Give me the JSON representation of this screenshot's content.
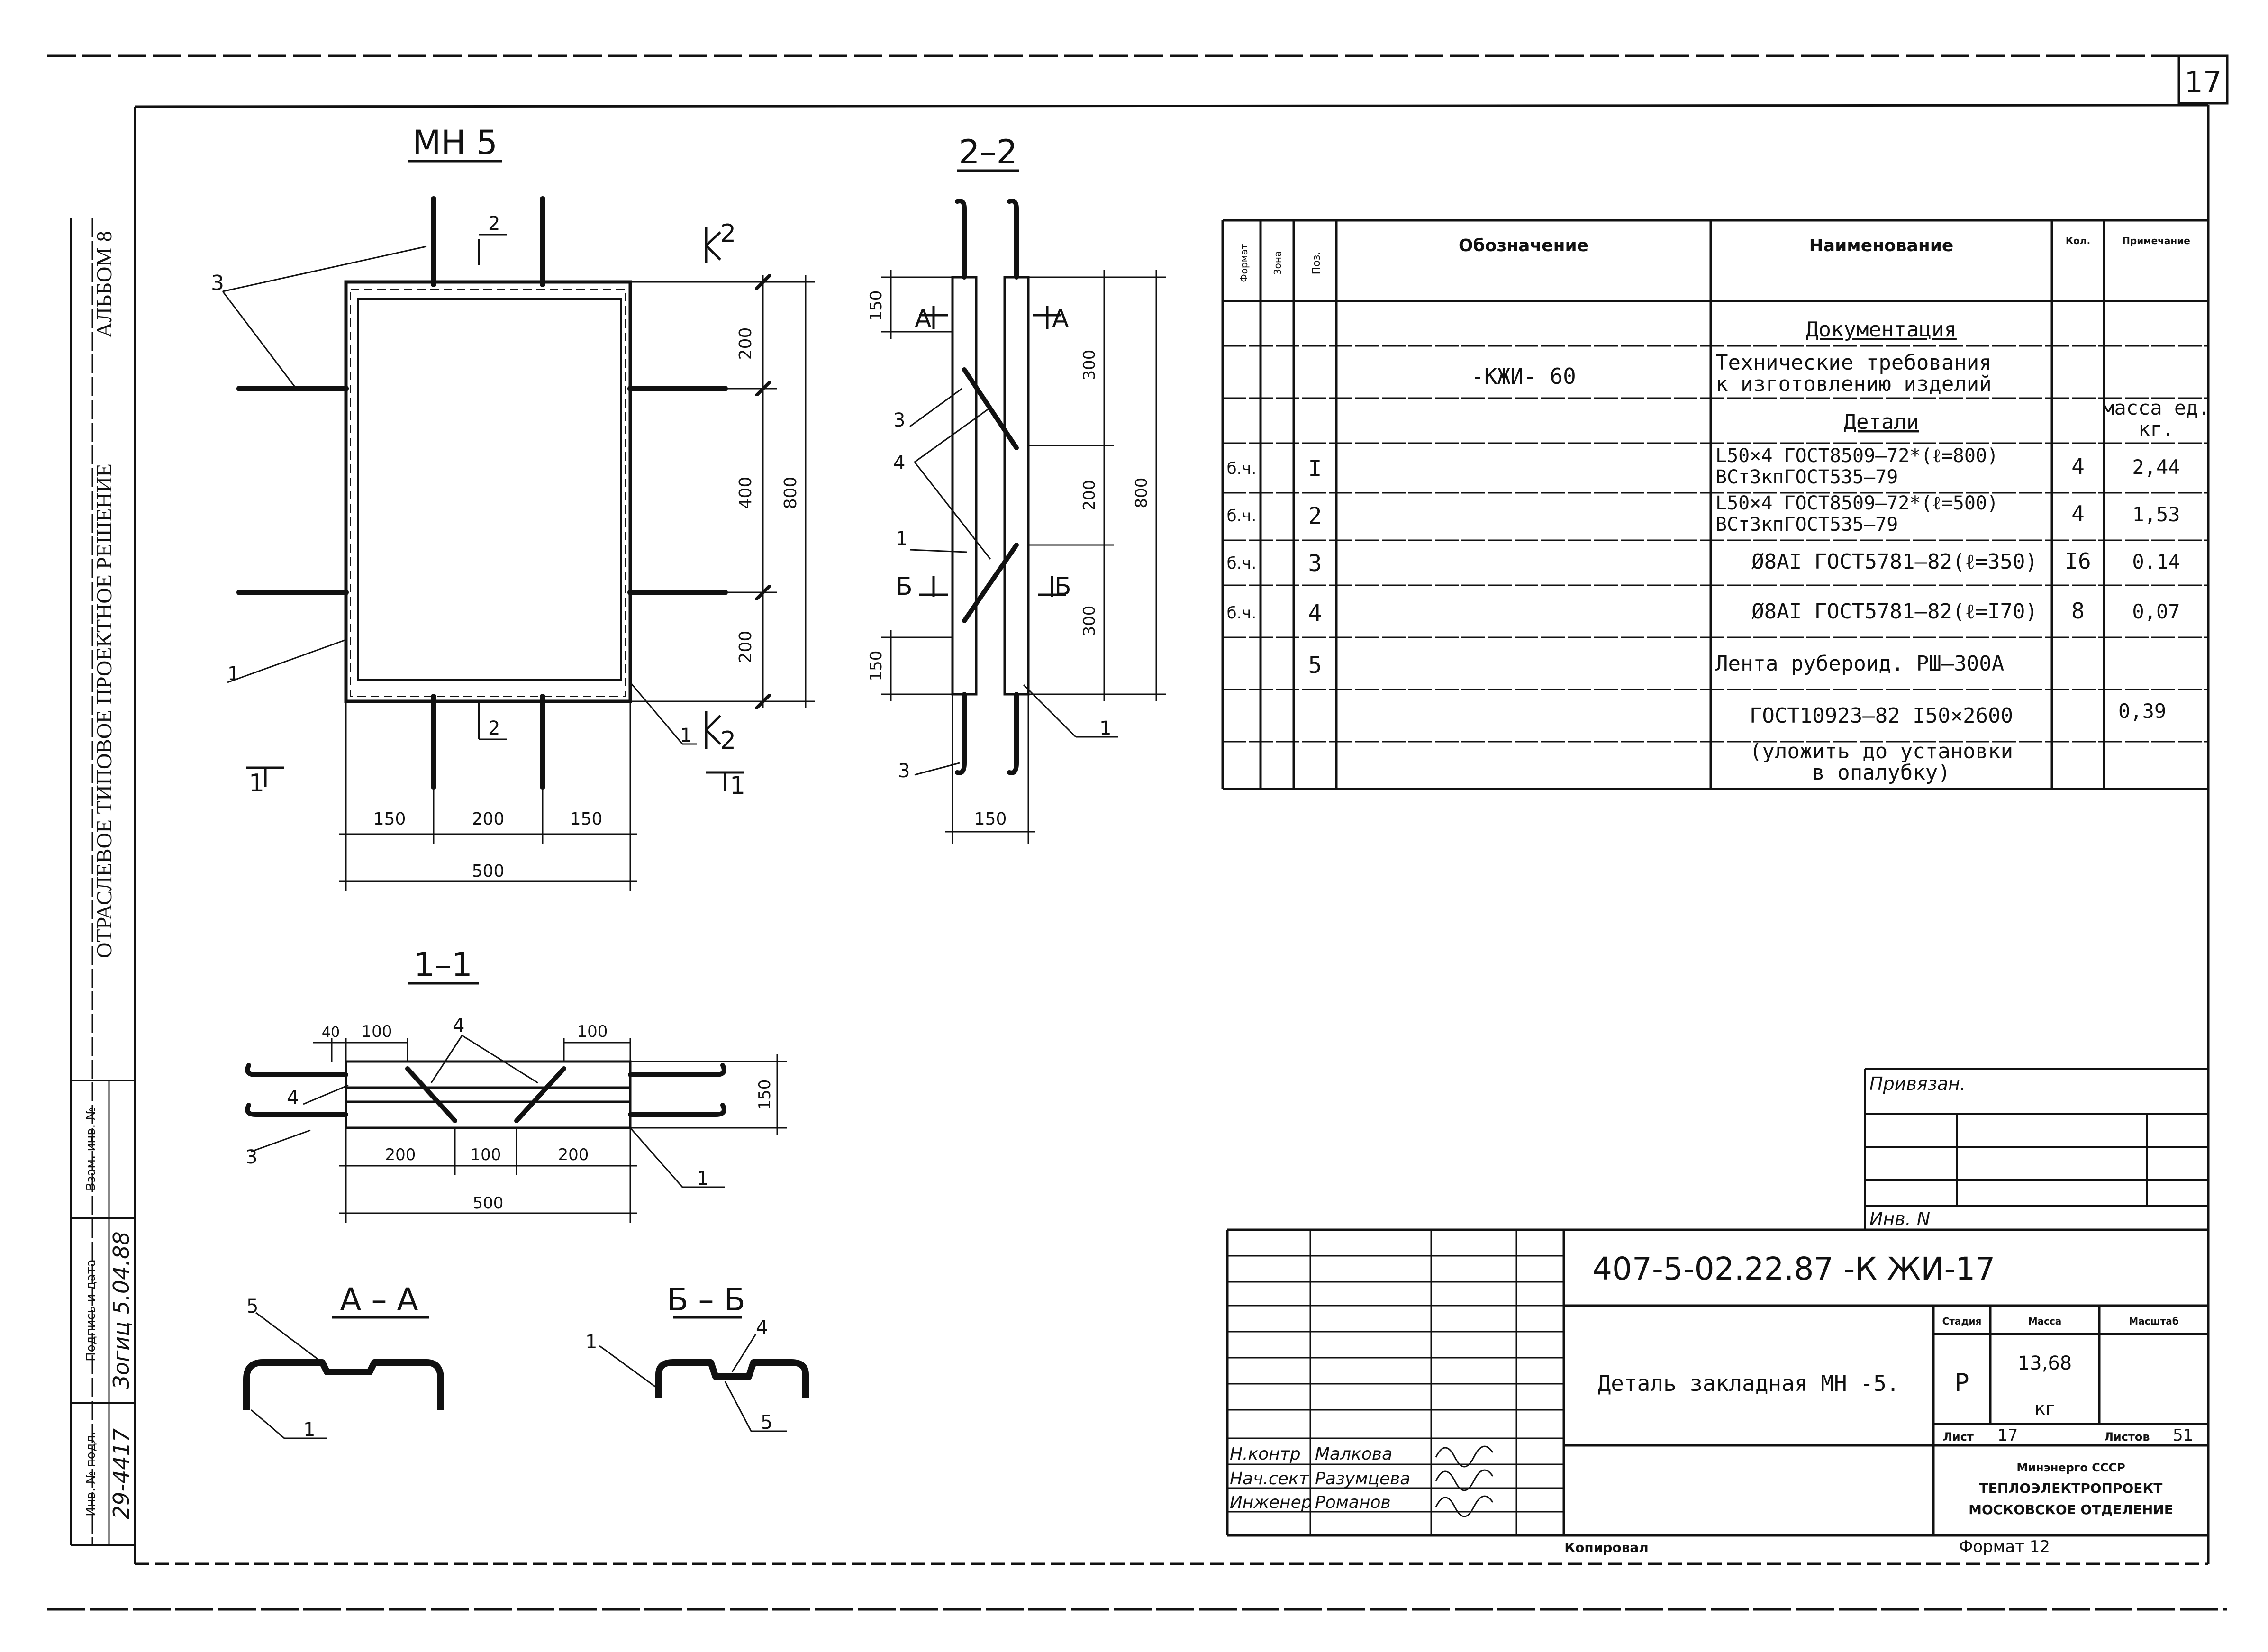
{
  "sheet_number": "17",
  "side_strip": {
    "album": "АЛЬБОМ 8",
    "title": "ОТРАСЛЕВОЕ  ТИПОВОЕ  ПРОЕКТНОЕ  РЕШЕНИЕ",
    "vzam": "Взам. инв. №",
    "podpis": "Подпись и дата",
    "podpis_value": "Зогиц 5.04.88",
    "inv": "Инв. № подл.",
    "inv_value": "29-4417"
  },
  "views": {
    "mn5": {
      "title": "МН 5",
      "dims": [
        "200",
        "400",
        "200",
        "800",
        "150",
        "200",
        "150",
        "500"
      ],
      "callouts": [
        "3",
        "2",
        "2",
        "1",
        "1",
        "2",
        "1",
        "1"
      ]
    },
    "section22": {
      "title": "2–2",
      "dims": [
        "150",
        "300",
        "200",
        "300",
        "150",
        "800",
        "150"
      ],
      "labels": [
        "А",
        "А",
        "Б",
        "Б"
      ],
      "callouts": [
        "3",
        "4",
        "1",
        "1",
        "3"
      ]
    },
    "section11": {
      "title": "1–1",
      "dims": [
        "40",
        "100",
        "100",
        "150",
        "200",
        "100",
        "200",
        "500"
      ],
      "callouts": [
        "4",
        "4",
        "3",
        "1"
      ]
    },
    "sectionAA": {
      "title": "А – А",
      "callouts": [
        "5",
        "1"
      ]
    },
    "sectionBB": {
      "title": "Б – Б",
      "callouts": [
        "1",
        "4",
        "5"
      ]
    }
  },
  "spec": {
    "headers": {
      "format": "Формат",
      "zone": "Зона",
      "pos": "Поз.",
      "designation": "Обозначение",
      "name": "Наименование",
      "qty": "Кол.",
      "note": "Примечание"
    },
    "rows": [
      {
        "format": "",
        "pos": "",
        "designation": "",
        "name": "Документация",
        "qty": "",
        "note": ""
      },
      {
        "format": "",
        "pos": "",
        "designation": "-КЖИ- 60",
        "name": "Технические требования\nк изготовлению изделий",
        "qty": "",
        "note": ""
      },
      {
        "format": "",
        "pos": "",
        "designation": "",
        "name": "Детали",
        "qty": "",
        "note": "масса ед.\nкг."
      },
      {
        "format": "б.ч.",
        "pos": "I",
        "designation": "",
        "name": "L50×4 ГОСТ8509–72*(ℓ=800)\nВСт3кпГОСТ535–79",
        "qty": "4",
        "note": "2,44"
      },
      {
        "format": "б.ч.",
        "pos": "2",
        "designation": "",
        "name": "L50×4 ГОСТ8509–72*(ℓ=500)\nВСт3кпГОСТ535–79",
        "qty": "4",
        "note": "1,53"
      },
      {
        "format": "б.ч.",
        "pos": "3",
        "designation": "",
        "name": "Ø8АI ГОСТ5781–82(ℓ=350)",
        "qty": "I6",
        "note": "0.14"
      },
      {
        "format": "б.ч.",
        "pos": "4",
        "designation": "",
        "name": "Ø8АI ГОСТ5781–82(ℓ=I70)",
        "qty": "8",
        "note": "0,07"
      },
      {
        "format": "",
        "pos": "5",
        "designation": "",
        "name": "Лента рубероид. РШ–300А",
        "qty": "",
        "note": ""
      },
      {
        "format": "",
        "pos": "",
        "designation": "",
        "name": "ГОСТ10923–82 I50×2600",
        "qty": "",
        "note": "0,39"
      },
      {
        "format": "",
        "pos": "",
        "designation": "",
        "name": "(уложить до установки\nв опалубку)",
        "qty": "",
        "note": ""
      }
    ]
  },
  "privyazan": {
    "title": "Привязан.",
    "inv": "Инв. N"
  },
  "title_block": {
    "code": "407-5-02.22.87 -К ЖИ-17",
    "name": "Деталь закладная МН -5.",
    "stadia_label": "Стадия",
    "massa_label": "Масса",
    "masshtab_label": "Масштаб",
    "stadia": "Р",
    "massa": "13,68",
    "massa_unit": "кг",
    "list_label": "Лист",
    "list": "17",
    "listov_label": "Листов",
    "listov": "51",
    "org": [
      "Минэнерго СССР",
      "ТЕПЛОЭЛЕКТРОПРОЕКТ",
      "МОСКОВСКОЕ ОТДЕЛЕНИЕ"
    ],
    "signers": [
      {
        "role": "Н.контр",
        "name": "Малкова"
      },
      {
        "role": "Нач.сект",
        "name": "Разумцева"
      },
      {
        "role": "Инженер",
        "name": "Романов"
      }
    ]
  },
  "footer": {
    "kopiroval": "Копировал",
    "format": "Формат 12"
  }
}
